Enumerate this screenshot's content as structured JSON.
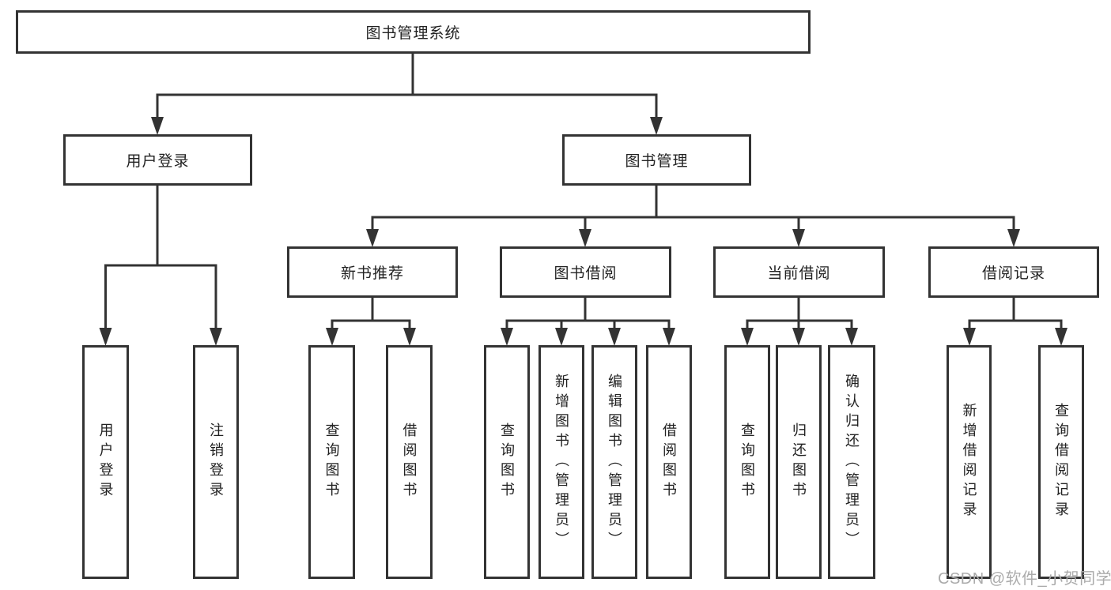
{
  "colors": {
    "line": "#333333",
    "box_border": "#333333",
    "text": "#222222",
    "background": "#ffffff",
    "watermark_text": "#ababab"
  },
  "watermark": "CSDN @软件_小贺同学",
  "tree": {
    "label": "图书管理系统",
    "children": [
      {
        "label": "用户登录",
        "children": [
          {
            "label": "用户登录"
          },
          {
            "label": "注销登录"
          }
        ]
      },
      {
        "label": "图书管理",
        "children": [
          {
            "label": "新书推荐",
            "children": [
              {
                "label": "查询图书"
              },
              {
                "label": "借阅图书"
              }
            ]
          },
          {
            "label": "图书借阅",
            "children": [
              {
                "label": "查询图书"
              },
              {
                "label": "新增图书（管理员）"
              },
              {
                "label": "编辑图书（管理员）"
              },
              {
                "label": "借阅图书"
              }
            ]
          },
          {
            "label": "当前借阅",
            "children": [
              {
                "label": "查询图书"
              },
              {
                "label": "归还图书"
              },
              {
                "label": "确认归还（管理员）"
              }
            ]
          },
          {
            "label": "借阅记录",
            "children": [
              {
                "label": "新增借阅记录"
              },
              {
                "label": "查询借阅记录"
              }
            ]
          }
        ]
      }
    ]
  }
}
